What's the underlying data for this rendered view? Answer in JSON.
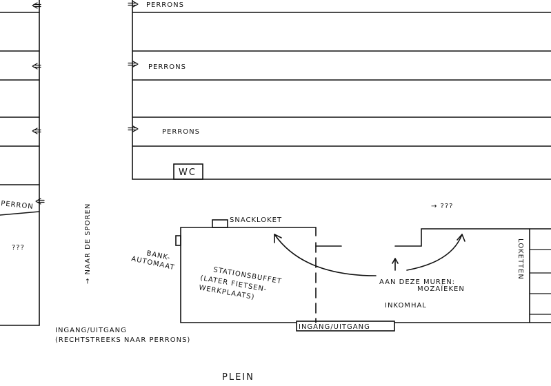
{
  "labels": {
    "perrons_1": "PERRONS",
    "perrons_2": "PERRONS",
    "perrons_3": "PERRONS",
    "wc": "WC",
    "perron_left": "PERRON",
    "unknown_left": "???",
    "naar_de_sporen": "→ NAAR DE SPOREN",
    "snackloket": "SNACKLOKET",
    "bank_automaat_1": "BANK-",
    "bank_automaat_2": "AUTOMAAT",
    "stationsbuffet_1": "STATIONSBUFFET",
    "stationsbuffet_2": "(LATER FIETSEN-",
    "stationsbuffet_3": "WERKPLAATS)",
    "arrow_unknown": "→ ???",
    "aan_deze_muren_1": "AAN DEZE MUREN:",
    "aan_deze_muren_2": "MOZAÏEKEN",
    "inkomhal": "INKOMHAL",
    "loketten": "LOKETTEN",
    "ingang_uitgang_bottom": "INGANG/UITGANG",
    "ingang_uitgang_left_1": "INGANG/UITGANG",
    "ingang_uitgang_left_2": "(RECHTSTREEKS NAAR PERRONS)",
    "plein": "PLEIN"
  },
  "colors": {
    "ink": "#111111",
    "background": "#ffffff"
  }
}
